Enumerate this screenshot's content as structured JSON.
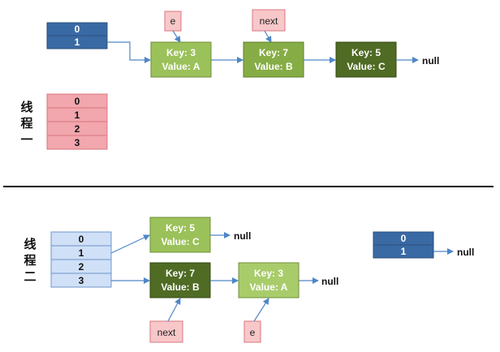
{
  "colors": {
    "blue_cell": "#3a6aa4",
    "pink_cell": "#f2a6ad",
    "lightblue_cell": "#cfe0f7",
    "node_light": "#9bc15a",
    "node_dark": "#4f6b24",
    "arrow": "#4f86c6",
    "divider": "#111111"
  },
  "thread1": {
    "label_chars": [
      "线",
      "程",
      "一"
    ],
    "old_table": [
      "0",
      "1"
    ],
    "new_table": [
      "0",
      "1",
      "2",
      "3"
    ],
    "chain": [
      {
        "key": "Key: 3",
        "value": "Value: A"
      },
      {
        "key": "Key: 7",
        "value": "Value: B"
      },
      {
        "key": "Key: 5",
        "value": "Value: C"
      }
    ],
    "chain_end": "null",
    "pointer_e": "e",
    "pointer_next": "next"
  },
  "thread2": {
    "label_chars": [
      "线",
      "程",
      "二"
    ],
    "new_table": [
      "0",
      "1",
      "2",
      "3"
    ],
    "node_slot1": {
      "key": "Key: 5",
      "value": "Value: C"
    },
    "node_slot1_end": "null",
    "chain_slot3": [
      {
        "key": "Key: 7",
        "value": "Value: B"
      },
      {
        "key": "Key: 3",
        "value": "Value: A"
      }
    ],
    "chain_slot3_end": "null",
    "pointer_next": "next",
    "pointer_e": "e",
    "old_table": [
      "0",
      "1"
    ],
    "old_table_end": "null"
  }
}
